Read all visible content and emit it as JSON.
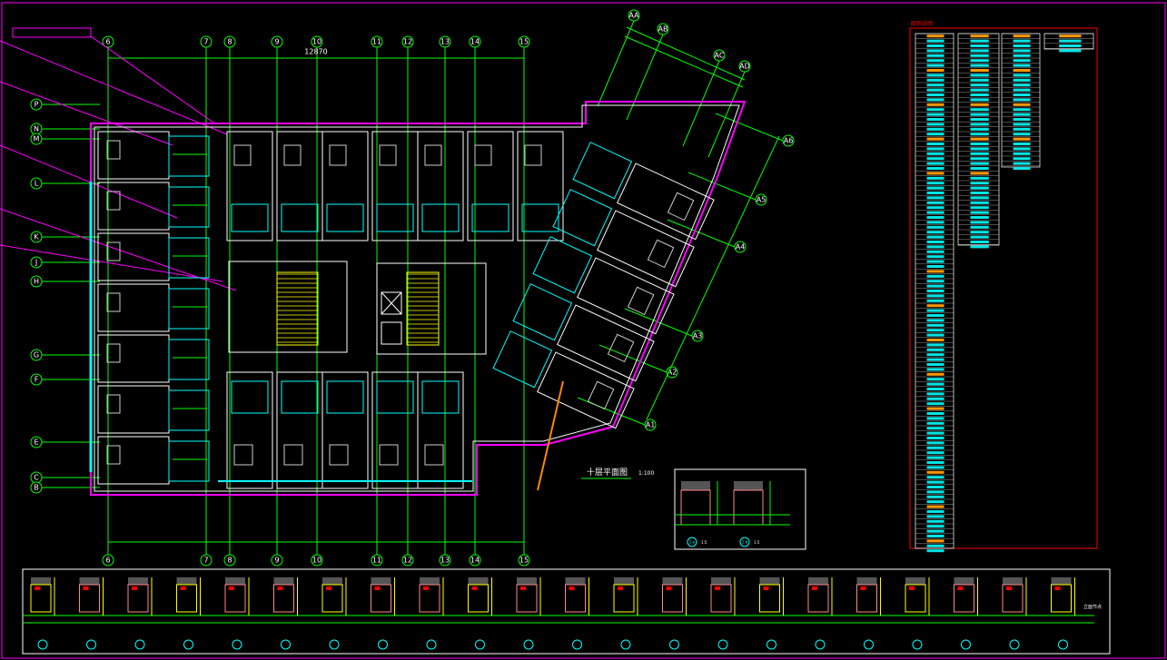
{
  "drawing": {
    "title": "十层平面图",
    "scale": "1:100",
    "legend_title": "图例说明",
    "top_total_dim": "12870"
  },
  "grid": {
    "columns": [
      "6",
      "7",
      "8",
      "9",
      "10",
      "11",
      "12",
      "13",
      "14",
      "15"
    ],
    "rows": [
      "P",
      "N",
      "M",
      "L",
      "K",
      "J",
      "H",
      "G",
      "F",
      "E",
      "C",
      "B"
    ],
    "diagonal_top": [
      "AA",
      "AB",
      "AC",
      "AD"
    ],
    "diagonal_side": [
      "A6",
      "A5",
      "A4",
      "A3",
      "A2",
      "A1"
    ]
  },
  "detail_box": {
    "details": [
      {
        "label": "1-a",
        "scale": "1:5"
      },
      {
        "label": "1-b",
        "scale": "1:5"
      }
    ]
  },
  "sections": {
    "count": 22,
    "end_label": "立面节点"
  },
  "colors": {
    "background": "#000000",
    "grid": "#00ff00",
    "wall": "#ffffff",
    "equipment": "#00ffff",
    "frame": "#ff00ff",
    "legend_border": "#ff0000",
    "stair": "#ffff00"
  }
}
